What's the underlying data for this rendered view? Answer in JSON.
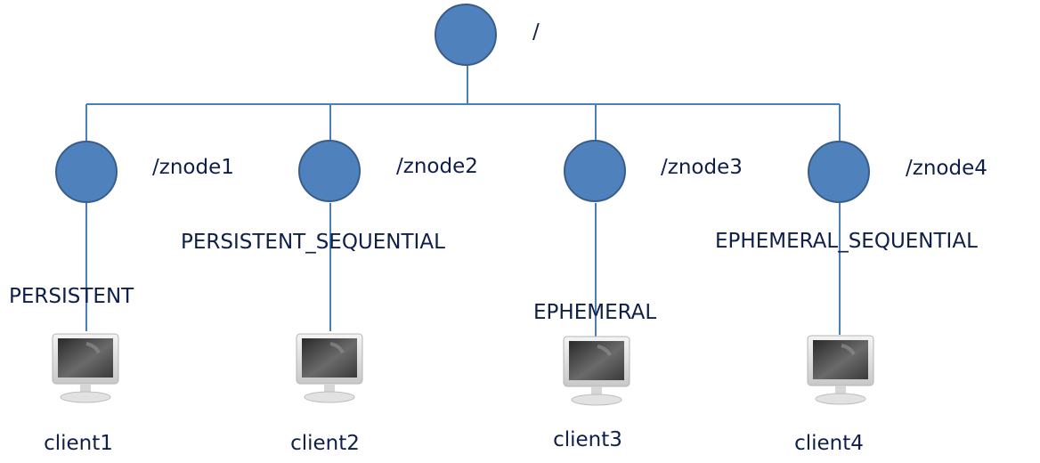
{
  "diagram": {
    "root": {
      "label": "/"
    },
    "znodes": [
      {
        "label": "/znode1",
        "mode": "PERSISTENT"
      },
      {
        "label": "/znode2",
        "mode": "PERSISTENT_SEQUENTIAL"
      },
      {
        "label": "/znode3",
        "mode": "EPHEMERAL"
      },
      {
        "label": "/znode4",
        "mode": "EPHEMERAL_SEQUENTIAL"
      }
    ],
    "clients": [
      {
        "label": "client1",
        "icon": "monitor-icon"
      },
      {
        "label": "client2",
        "icon": "monitor-icon"
      },
      {
        "label": "client3",
        "icon": "monitor-icon"
      },
      {
        "label": "client4",
        "icon": "monitor-icon"
      }
    ],
    "colors": {
      "node_fill": "#4f81bd",
      "node_stroke": "#385d8a",
      "line": "#4a7ebb",
      "text": "#0e1f4a"
    }
  }
}
